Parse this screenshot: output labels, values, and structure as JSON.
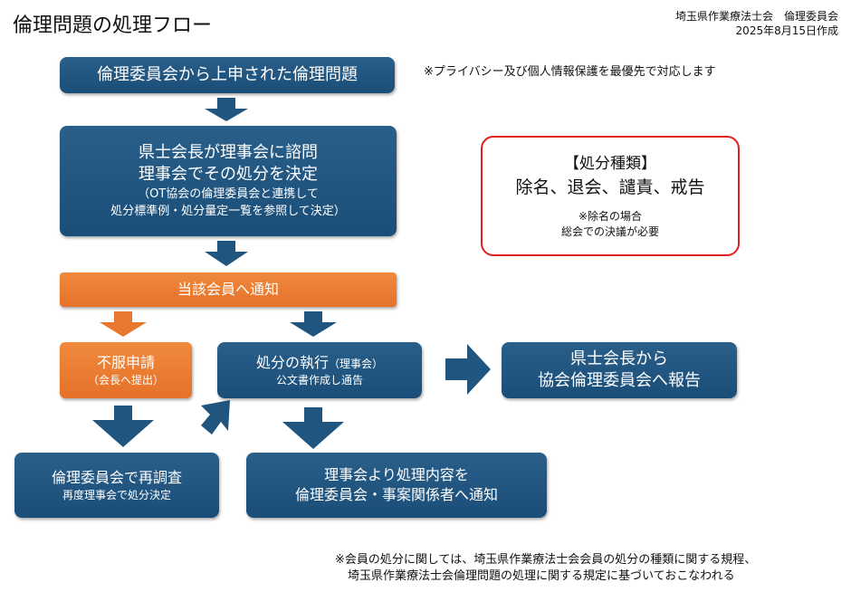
{
  "header": {
    "title": "倫理問題の処理フロー",
    "organization": "埼玉県作業療法士会　倫理委員会",
    "date": "2025年8月15日作成"
  },
  "note_top": "※プライバシー及び個人情報保護を最優先で対応します",
  "flow": {
    "step1": "倫理委員会から上申された倫理問題",
    "step2_line1": "県士会長が理事会に諮問",
    "step2_line2": "理事会でその処分を決定",
    "step2_line3": "（OT協会の倫理委員会と連携して",
    "step2_line4": "処分標準例・処分量定一覧を参照して決定）",
    "notify_member": "当該会員へ通知",
    "objection_title": "不服申請",
    "objection_sub": "（会長へ提出）",
    "execution_title": "処分の執行",
    "execution_paren": "（理事会）",
    "execution_sub": "公文書作成し通告",
    "report_line1": "県士会長から",
    "report_line2": "協会倫理委員会へ報告",
    "reexam_title": "倫理委員会で再調査",
    "reexam_sub": "再度理事会で処分決定",
    "notify_all_line1": "理事会より処理内容を",
    "notify_all_line2": "倫理委員会・事案関係者へ通知"
  },
  "disposition": {
    "heading": "【処分種類】",
    "types": "除名、退会、譴責、戒告",
    "note_line1": "※除名の場合",
    "note_line2": "総会での決議が必要"
  },
  "footer": {
    "line1": "※会員の処分に関しては、埼玉県作業療法士会会員の処分の種類に関する規程、",
    "line2": "埼玉県作業療法士会倫理問題の処理に関する規定に基づいておこなわれる"
  },
  "colors": {
    "blue": "#1f557f",
    "orange": "#e8782e",
    "red_border": "#e02020"
  }
}
